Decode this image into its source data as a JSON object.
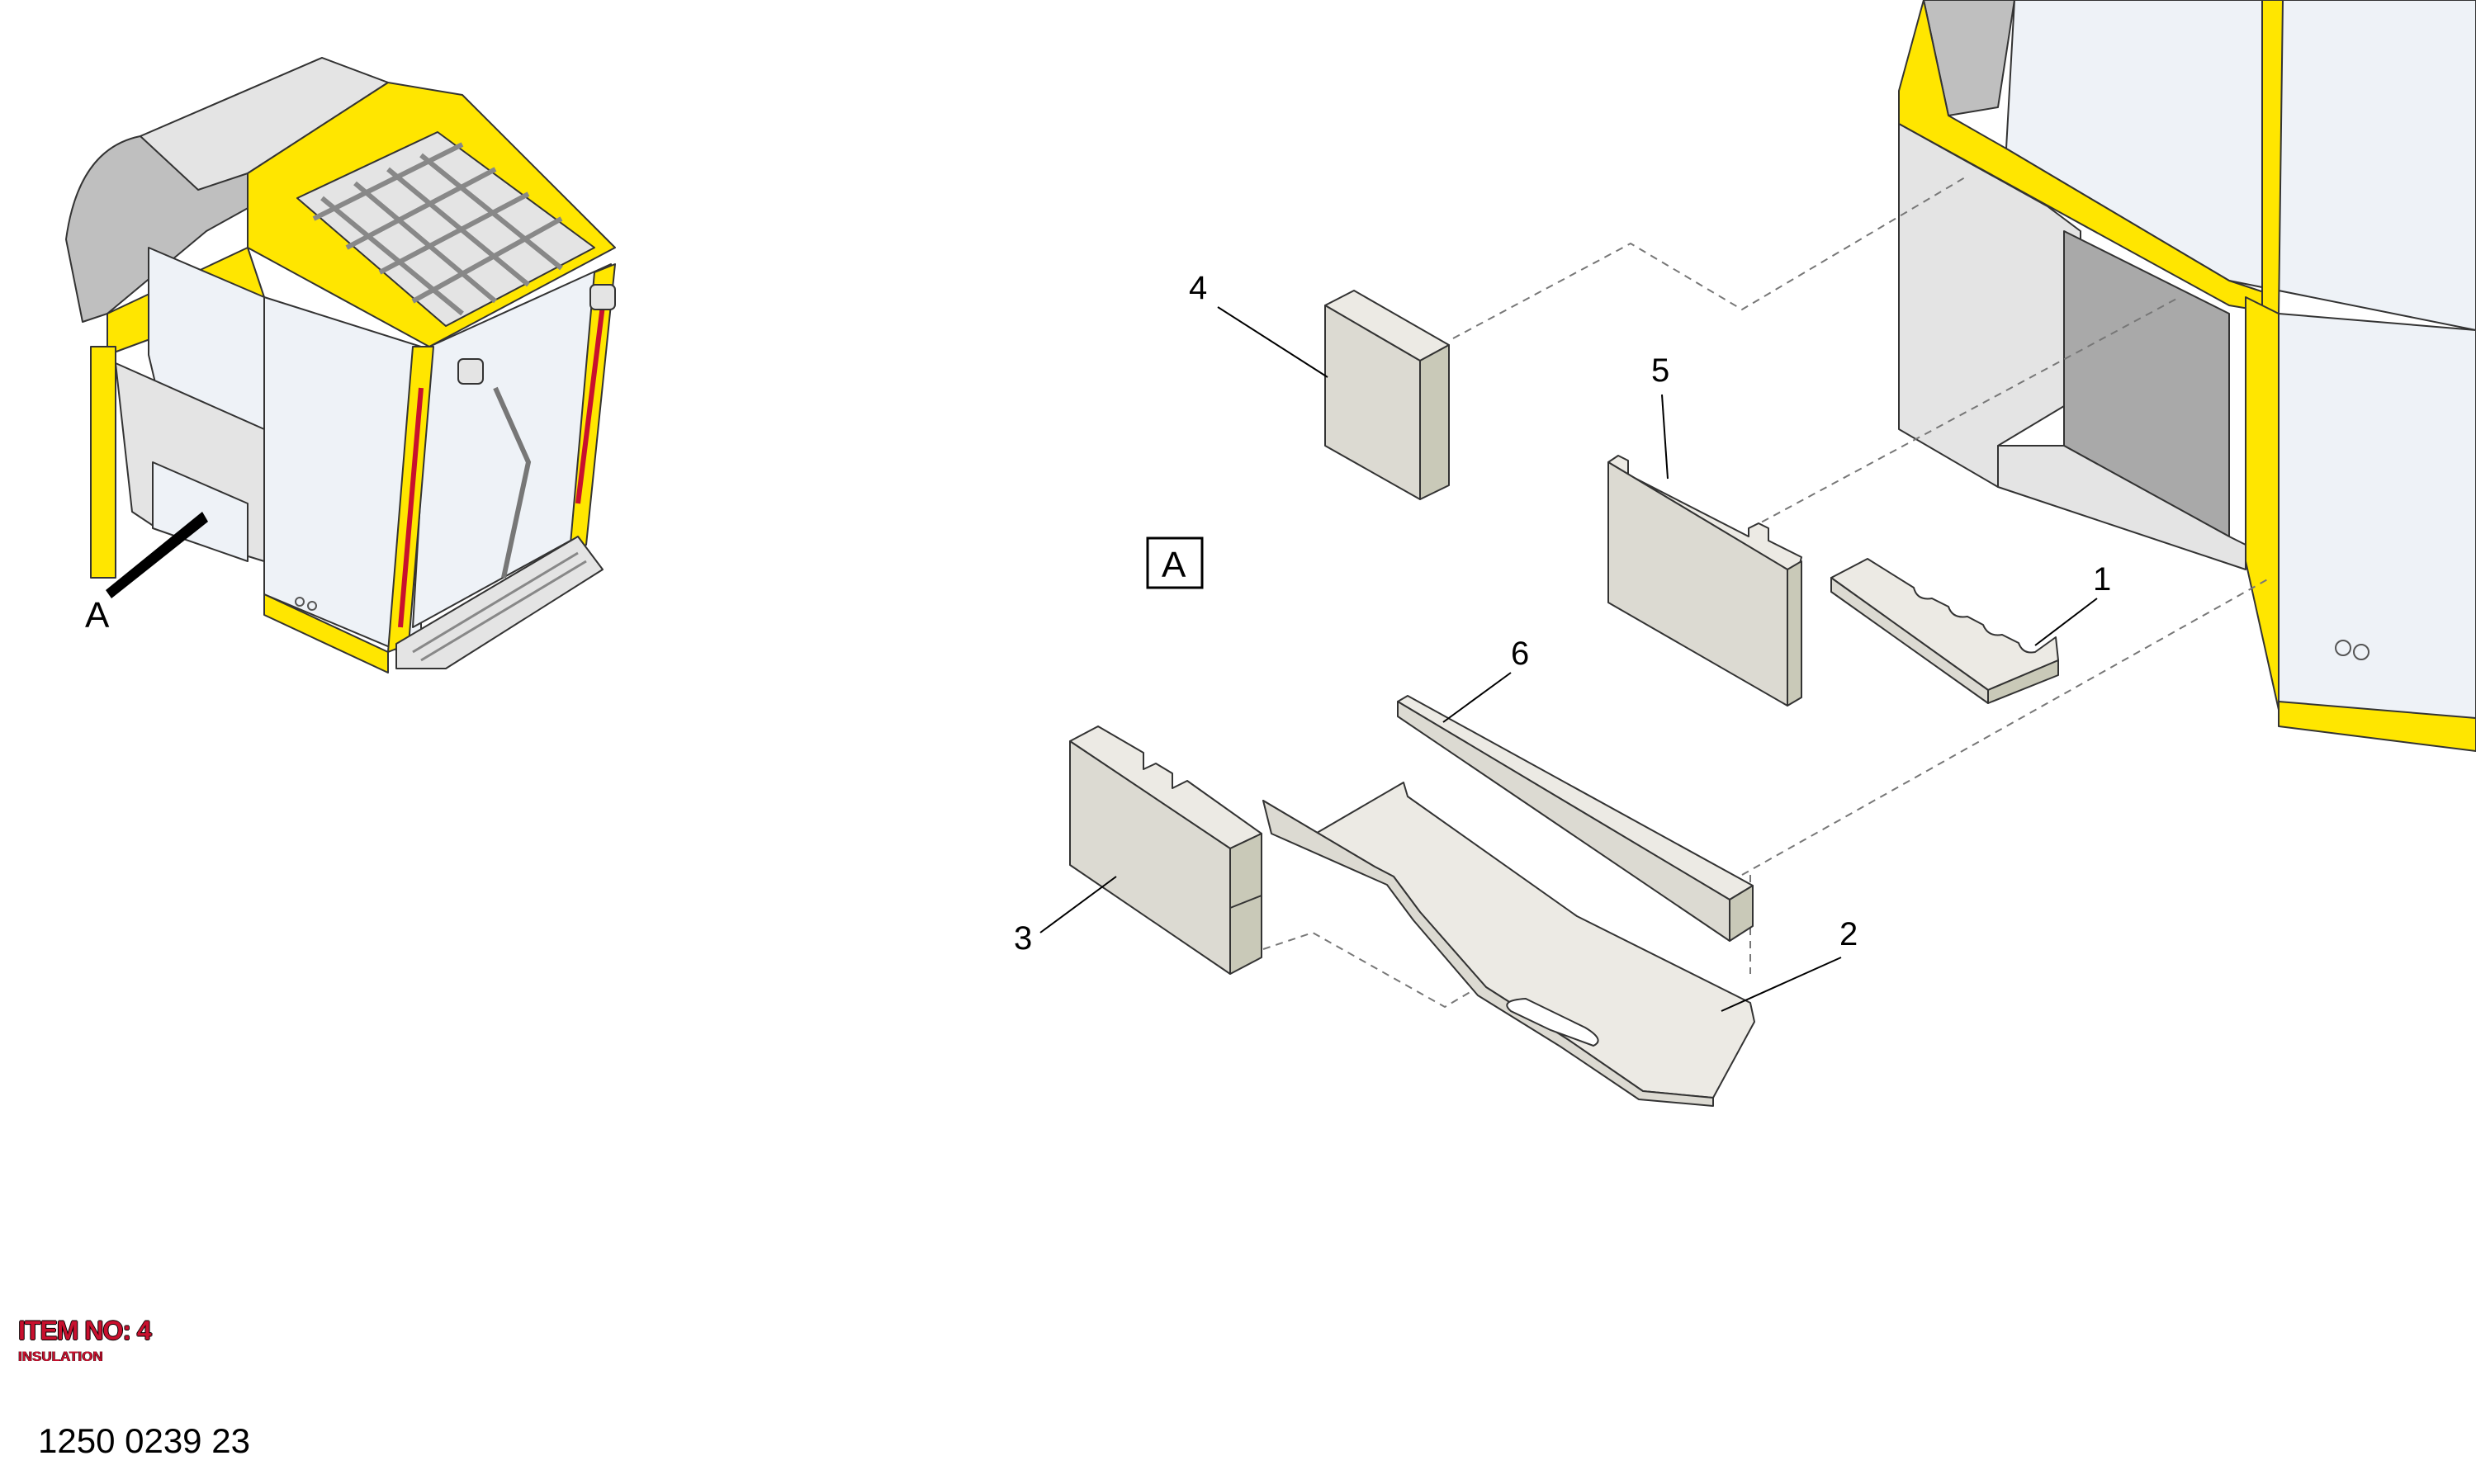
{
  "view_marker": "A",
  "view_box_label": "A",
  "callouts": [
    "1",
    "2",
    "3",
    "4",
    "5",
    "6"
  ],
  "item": {
    "title": "ITEM NO: 4",
    "subtitle": "INSULATION"
  },
  "document_number": "1250 0239 23",
  "colors": {
    "cab_yellow": "#ffe600",
    "insulation": "#dcdad2",
    "title_red": "#c8102e"
  }
}
